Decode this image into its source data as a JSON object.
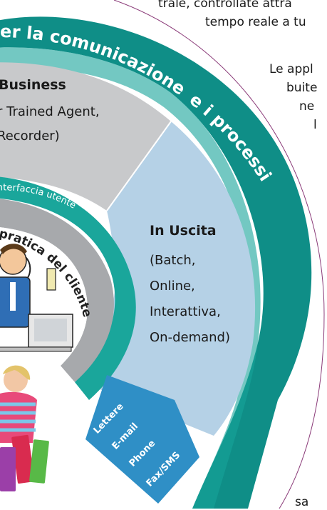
{
  "top_text": {
    "line1": "trale, controllate attra",
    "line2": "tempo reale a tu"
  },
  "side_text": {
    "lines": [
      "Le appl",
      "buite",
      "ne",
      "l"
    ],
    "bottom_fragment": "sa"
  },
  "outer_arc": {
    "label_left": "er la comunicazione",
    "label_right": "e i processi"
  },
  "business": {
    "title": "Business",
    "lines": [
      "r Trained Agent,",
      "Recorder)"
    ]
  },
  "interface_arc": {
    "label": "E interfaccia utente"
  },
  "customer_arc": {
    "label": "n pratica del cliente"
  },
  "outbound": {
    "title": "In Uscita",
    "lines": [
      "(Batch,",
      "Online,",
      "Interattiva,",
      "On-demand)"
    ]
  },
  "channels": {
    "items": [
      "Lettere",
      "E-mail",
      "Phone",
      "Fax/SMS"
    ]
  },
  "colors": {
    "teal_dark": "#0f8e87",
    "teal": "#1aa69b",
    "light_blue": "#b5d1e6",
    "grey": "#c8c9cb",
    "curve": "#8a3a78"
  }
}
